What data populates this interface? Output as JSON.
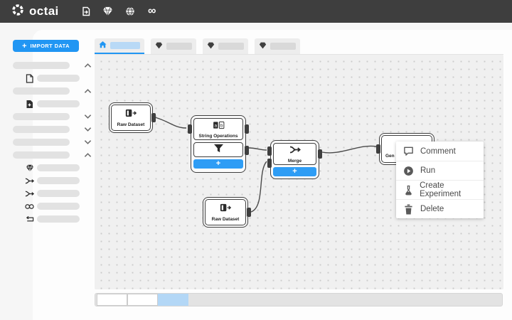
{
  "navbar": {
    "brand": "octai",
    "infinity_glyph": "∞",
    "icons": [
      "file-export-icon",
      "gem-icon",
      "globe-icon",
      "infinity-icon"
    ]
  },
  "sidebar": {
    "import_button": {
      "plus": "+",
      "label": "IMPORT DATA"
    },
    "rows": [
      {
        "type": "header",
        "chevron": "up"
      },
      {
        "type": "child",
        "icon": "document-icon"
      },
      {
        "type": "header",
        "chevron": "up"
      },
      {
        "type": "child",
        "icon": "document-add-icon"
      },
      {
        "type": "header",
        "chevron": "down"
      },
      {
        "type": "header",
        "chevron": "down"
      },
      {
        "type": "header",
        "chevron": "down"
      },
      {
        "type": "header",
        "chevron": "up"
      },
      {
        "type": "child",
        "icon": "gem-icon"
      },
      {
        "type": "child",
        "icon": "merge-icon"
      },
      {
        "type": "child",
        "icon": "merge-icon"
      },
      {
        "type": "child",
        "icon": "link-icon"
      },
      {
        "type": "child",
        "icon": "loop-icon"
      }
    ]
  },
  "tabs": [
    {
      "icon": "home-icon",
      "active": true
    },
    {
      "icon": "gem-icon",
      "active": false
    },
    {
      "icon": "gem-icon",
      "active": false
    },
    {
      "icon": "gem-icon",
      "active": false
    }
  ],
  "canvas": {
    "nodes": {
      "raw_dataset_1": {
        "label": "Raw Dataset"
      },
      "string_operations": {
        "label": "String Operations",
        "icon_letters": [
          "a",
          "b"
        ],
        "add_label": "+"
      },
      "merge": {
        "label": "Merge",
        "add_label": "+"
      },
      "raw_dataset_2": {
        "label": "Raw Dataset"
      },
      "generate": {
        "label": "Gen"
      }
    }
  },
  "context_menu": {
    "items": [
      {
        "icon": "comment-icon",
        "label": "Comment"
      },
      {
        "icon": "run-icon",
        "label": "Run"
      },
      {
        "icon": "experiment-icon",
        "label": "Create Experiment"
      },
      {
        "icon": "delete-icon",
        "label": "Delete"
      }
    ]
  },
  "colors": {
    "accent_blue": "#2196f3",
    "navbar_bg": "#3e3e3e",
    "node_border": "#3f3f3f",
    "canvas_bg": "#f0f0f0",
    "scroll_thumb_blue": "#b3d7f6"
  }
}
